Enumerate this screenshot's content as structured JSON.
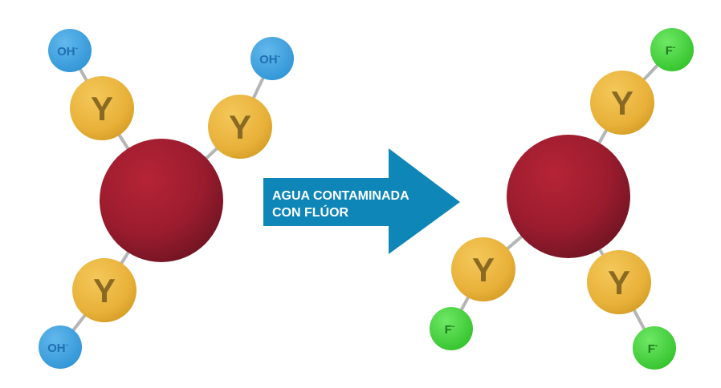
{
  "arrow": {
    "line1": "AGUA CONTAMINADA",
    "line2": "CON FLÚOR"
  },
  "before": {
    "y_label": "Y",
    "end_label": "OH",
    "end_charge": "-"
  },
  "after": {
    "y_label": "Y",
    "end_label": "F",
    "end_charge": "-"
  },
  "colors": {
    "center": "#9b1c2e",
    "y_node": "#eab43a",
    "y_text": "#8a6a22",
    "oh_node": "#3fa3e0",
    "oh_text": "#1f6fb0",
    "f_node": "#47d63f",
    "f_text": "#1e7a1c",
    "arrow": "#0f86b8",
    "bond": "#b5b5b5"
  }
}
